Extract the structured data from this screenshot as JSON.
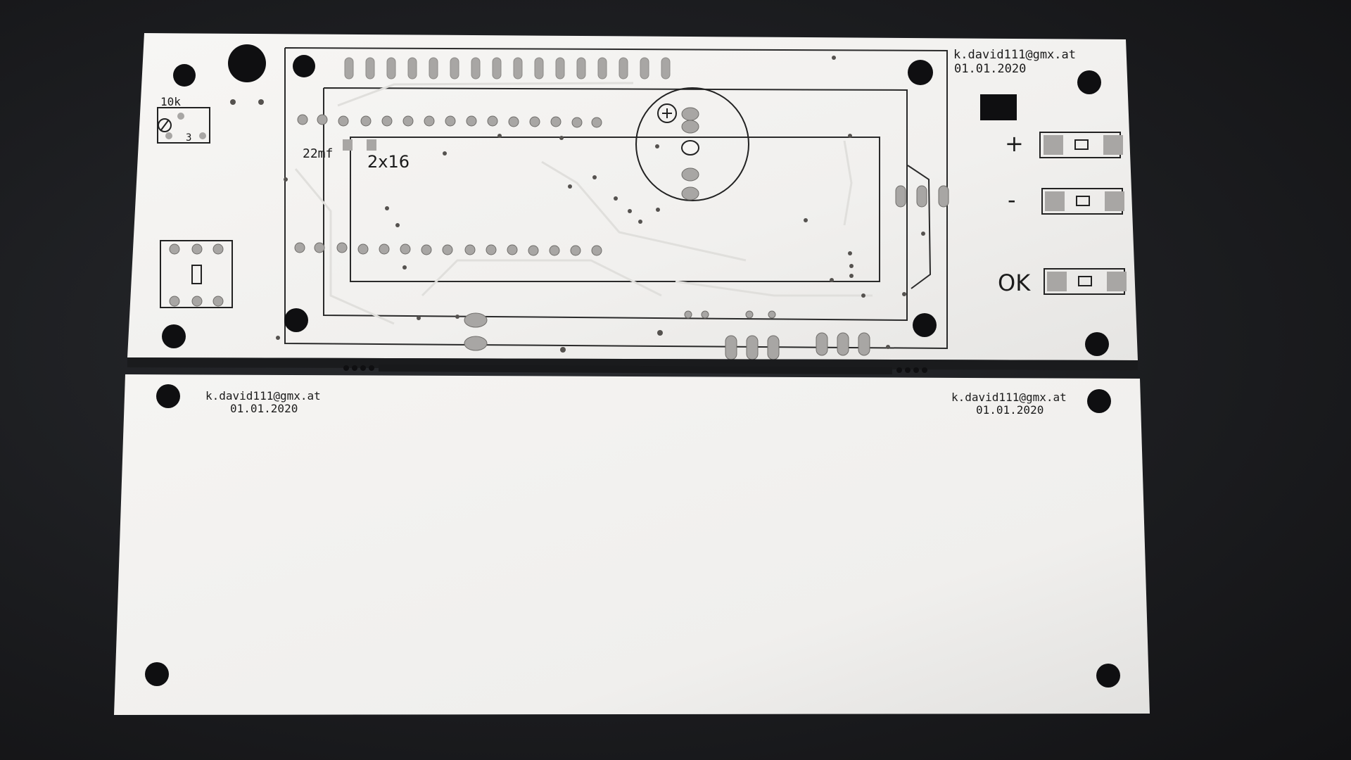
{
  "top_board": {
    "author_label": "k.david111@gmx.at",
    "date_label": "01.01.2020",
    "pot_label": "10k",
    "pot_pin_label": "3",
    "capacitor_label": "22mf",
    "display_label": "2x16",
    "button_plus_label": "+",
    "button_minus_label": "-",
    "button_ok_label": "OK"
  },
  "bottom_board": {
    "left_author_label": "k.david111@gmx.at",
    "left_date_label": "01.01.2020",
    "right_author_label": "k.david111@gmx.at",
    "right_date_label": "01.01.2020"
  },
  "colors": {
    "background": "#1c1d20",
    "board": "#f4f3f1",
    "silkscreen": "#1b1b1b",
    "pad": "#a8a6a4",
    "hole": "#0f0f11"
  }
}
